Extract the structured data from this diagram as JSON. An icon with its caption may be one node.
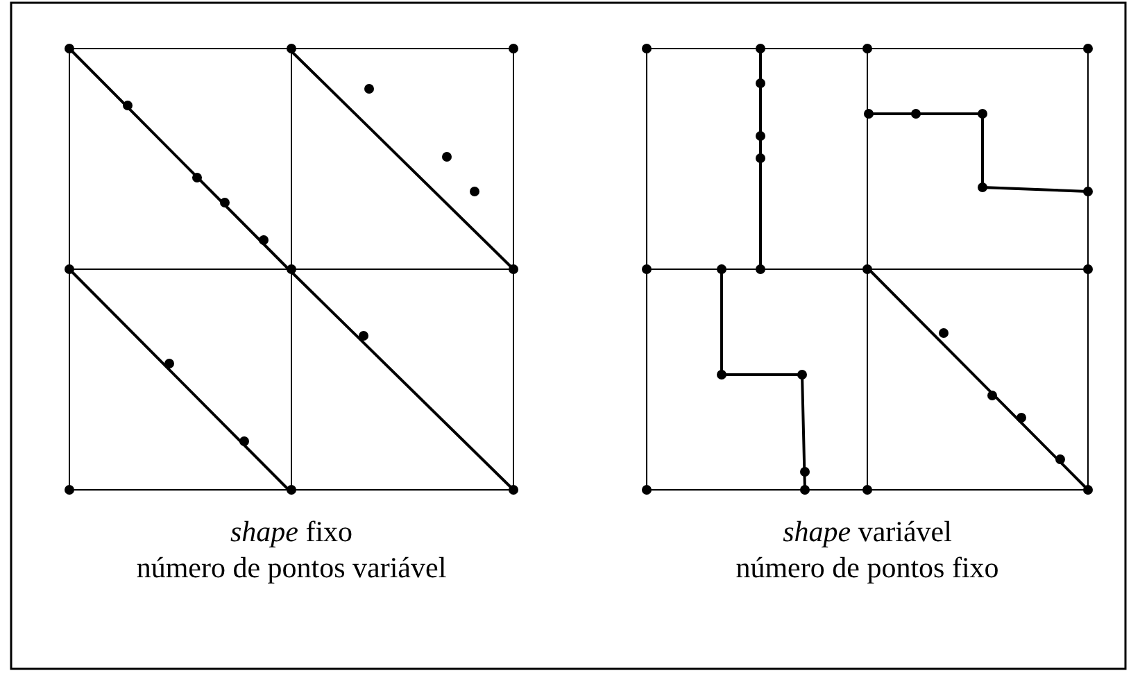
{
  "diagram": {
    "labels": [
      "*shape* fixo",
      "número de pontos variável",
      "*shape* variável",
      "número de pontos fixo"
    ]
  }
}
